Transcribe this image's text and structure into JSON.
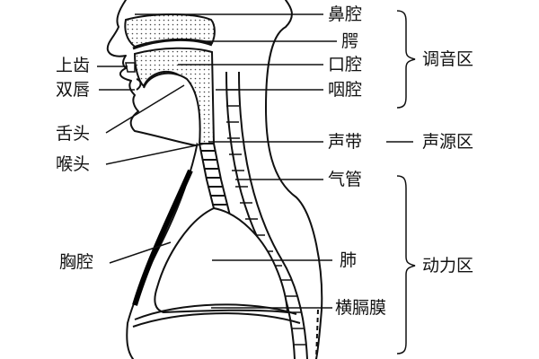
{
  "labels_right": {
    "nasal_cavity": "鼻腔",
    "palate": "腭",
    "oral_cavity": "口腔",
    "pharynx": "咽腔",
    "vocal_cords": "声带",
    "trachea": "气管",
    "lung": "肺",
    "diaphragm": "横膈膜"
  },
  "labels_left": {
    "upper_teeth": "上齿",
    "lips": "双唇",
    "tongue": "舌头",
    "larynx": "喉头",
    "chest": "胸腔"
  },
  "zones": {
    "resonance": "调音区",
    "source": "声源区",
    "power": "动力区"
  }
}
